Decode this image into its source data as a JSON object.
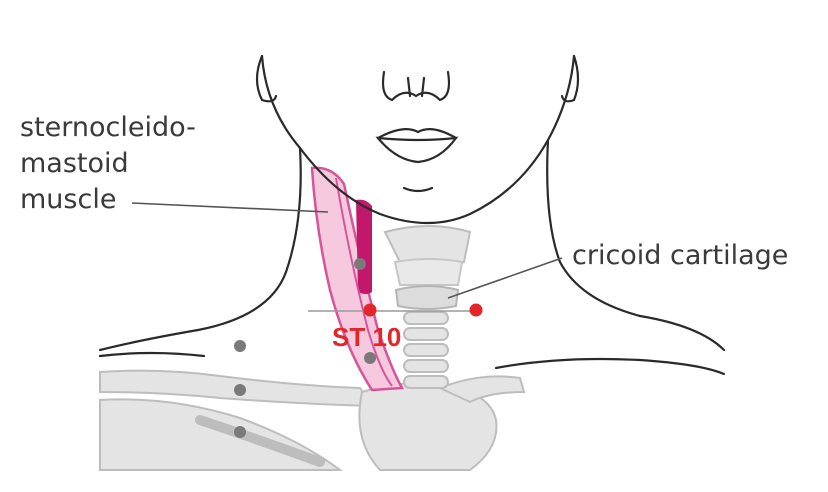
{
  "labels": {
    "scm_line1": "sternocleido-",
    "scm_line2": "mastoid",
    "scm_line3": "muscle",
    "cricoid": "cricoid cartilage",
    "point": "ST 10"
  },
  "colors": {
    "outline": "#2a2a2a",
    "bone_fill": "#e4e4e4",
    "bone_stroke": "#bdbdbd",
    "muscle_fill": "#f6c9de",
    "muscle_stroke": "#d6559a",
    "muscle_dark": "#c2186b",
    "point_red": "#e3262b",
    "point_gray": "#7a7a7a",
    "label_text": "#3a3a3a",
    "leader_line": "#555555"
  }
}
